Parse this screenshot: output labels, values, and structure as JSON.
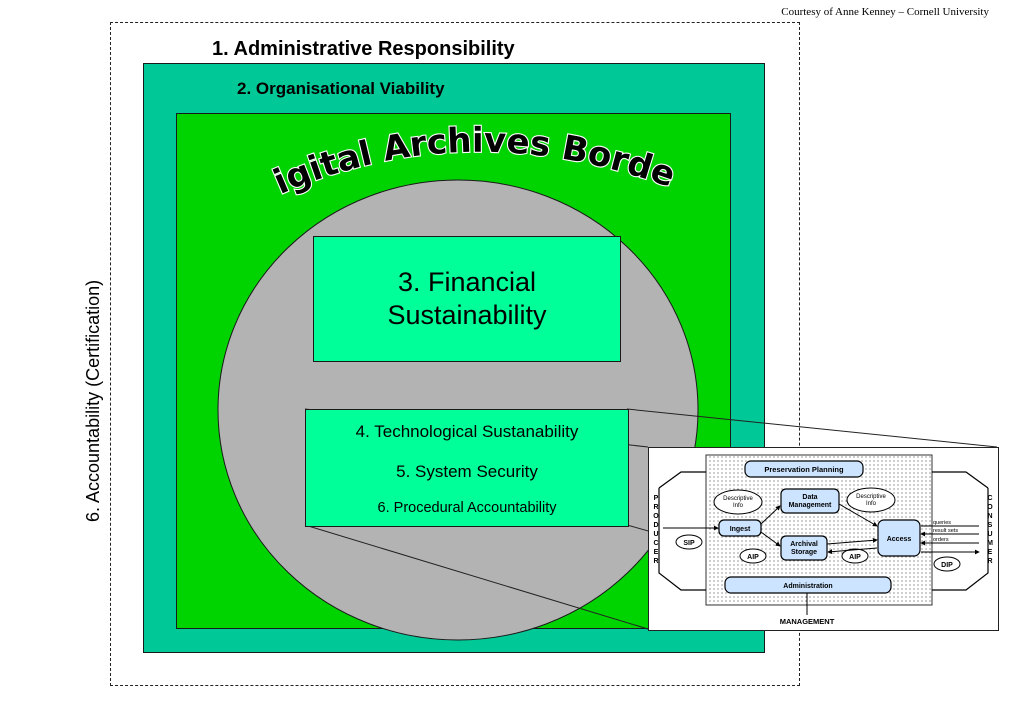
{
  "courtesy": "Courtesy of Anne Kenney – Cornell University",
  "title_administrative": "1. Administrative Responsibility",
  "title_organisational": "2. Organisational Viability",
  "digital_archives_border": "Digital Archives Border",
  "vertical_label": "6. Accountability (Certification)",
  "financial": {
    "line1": "3. Financial",
    "line2": "Sustainability"
  },
  "tech_box": {
    "line1": "4. Technological Sustanability",
    "line2": "5. System Security",
    "line3": "6. Procedural Accountability"
  },
  "oais": {
    "producer": "PRODUCER",
    "consumer": "CONSUMER",
    "preservation_planning": "Preservation Planning",
    "descriptive_info": "Descriptive Info",
    "data_management": "Data Management",
    "ingest": "Ingest",
    "archival_storage": "Archival Storage",
    "access": "Access",
    "administration": "Administration",
    "management": "MANAGEMENT",
    "sip": "SIP",
    "aip": "AIP",
    "dip": "DIP",
    "queries": "queries",
    "result_sets": "result sets",
    "orders": "orders"
  },
  "colors": {
    "teal": "#00c896",
    "green": "#00d400",
    "light_green": "#00ff99",
    "grey_circle": "#b3b3b3",
    "oais_box": "#cce4ff"
  }
}
